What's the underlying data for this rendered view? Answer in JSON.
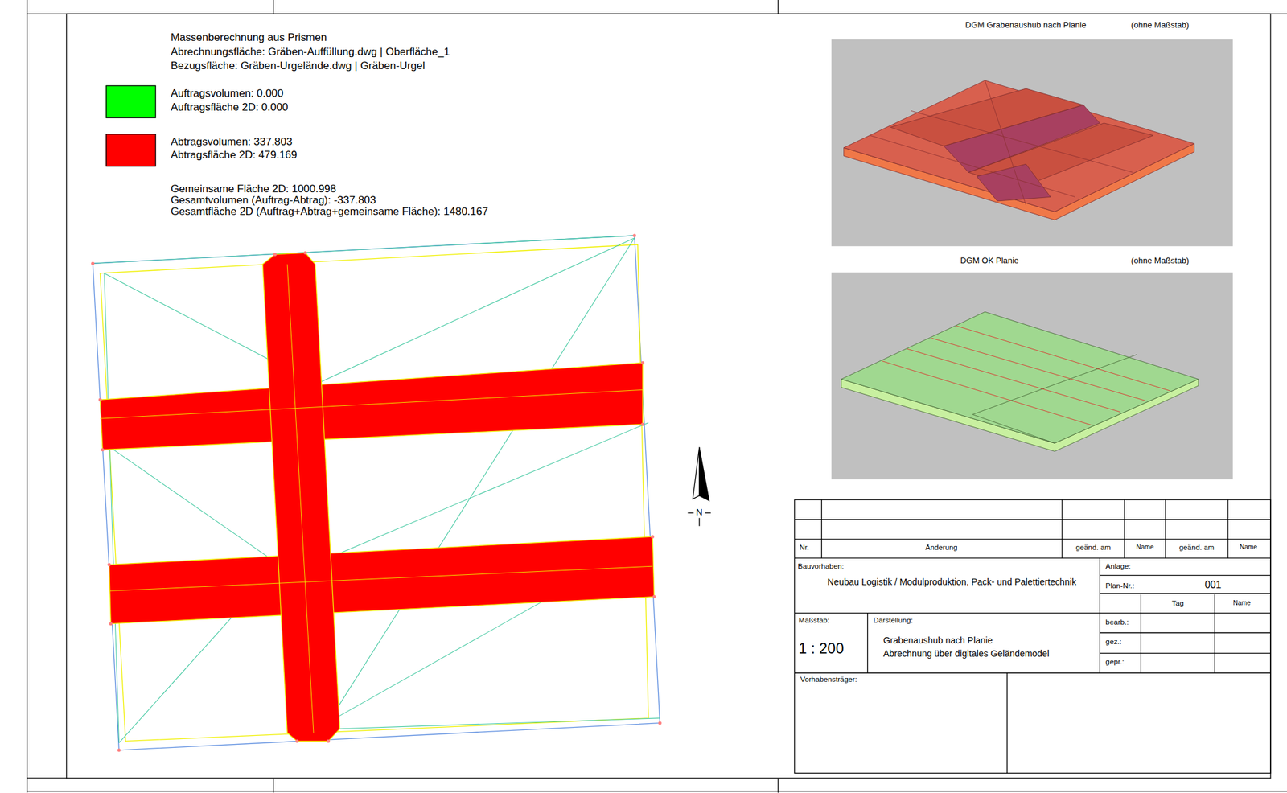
{
  "diagram": {
    "title": "Massenberechnung aus Prismen",
    "labels": [
      "Abrechnungsfläche: Gräben-Auffüllung.dwg | Oberfläche_1",
      "Bezugsfläche: Gräben-Urgelände.dwg | Gräben-Urgel",
      "Auftragsfläche 2D: 0.000",
      "Abtragsfläche 2D: 479.169",
      "Gemeinsame Fläche 2D: 1000.998",
      "Gesamtvolumen (Auftrag-Abtrag): -337.803",
      "Gesamtfläche 2D (Auftrag+Abtrag+gemeinsame Fläche): 1480.167",
      "DGM Grabenaushub nach Planie",
      "(ohne Maßstab)",
      "DGM OK Planie",
      "(ohne Maßstab)",
      "N",
      "Nr.",
      "Änderung",
      "geänd. am",
      "Name",
      "geänd. am",
      "Name",
      "Bauvorhaben:",
      "Neubau Logistik / Modulproduktion, Pack- und Palettiertechnik",
      "Anlage:",
      "Plan-Nr.:",
      "001",
      "Tag",
      "Name",
      "Maßstab:",
      "1 : 200",
      "Darstellung:",
      "Grabenaushub nach Planie",
      "Abrechnung über digitales Geländemodel",
      "bearb.:",
      "gez.:",
      "gepr.:",
      "Vorhabensträger:"
    ],
    "legend": [
      {
        "text": "Auftragsvolumen: 0.000",
        "color": "#00ff00"
      },
      {
        "text": "Abtragsvolumen: 337.803",
        "color": "#ff0000"
      }
    ]
  }
}
